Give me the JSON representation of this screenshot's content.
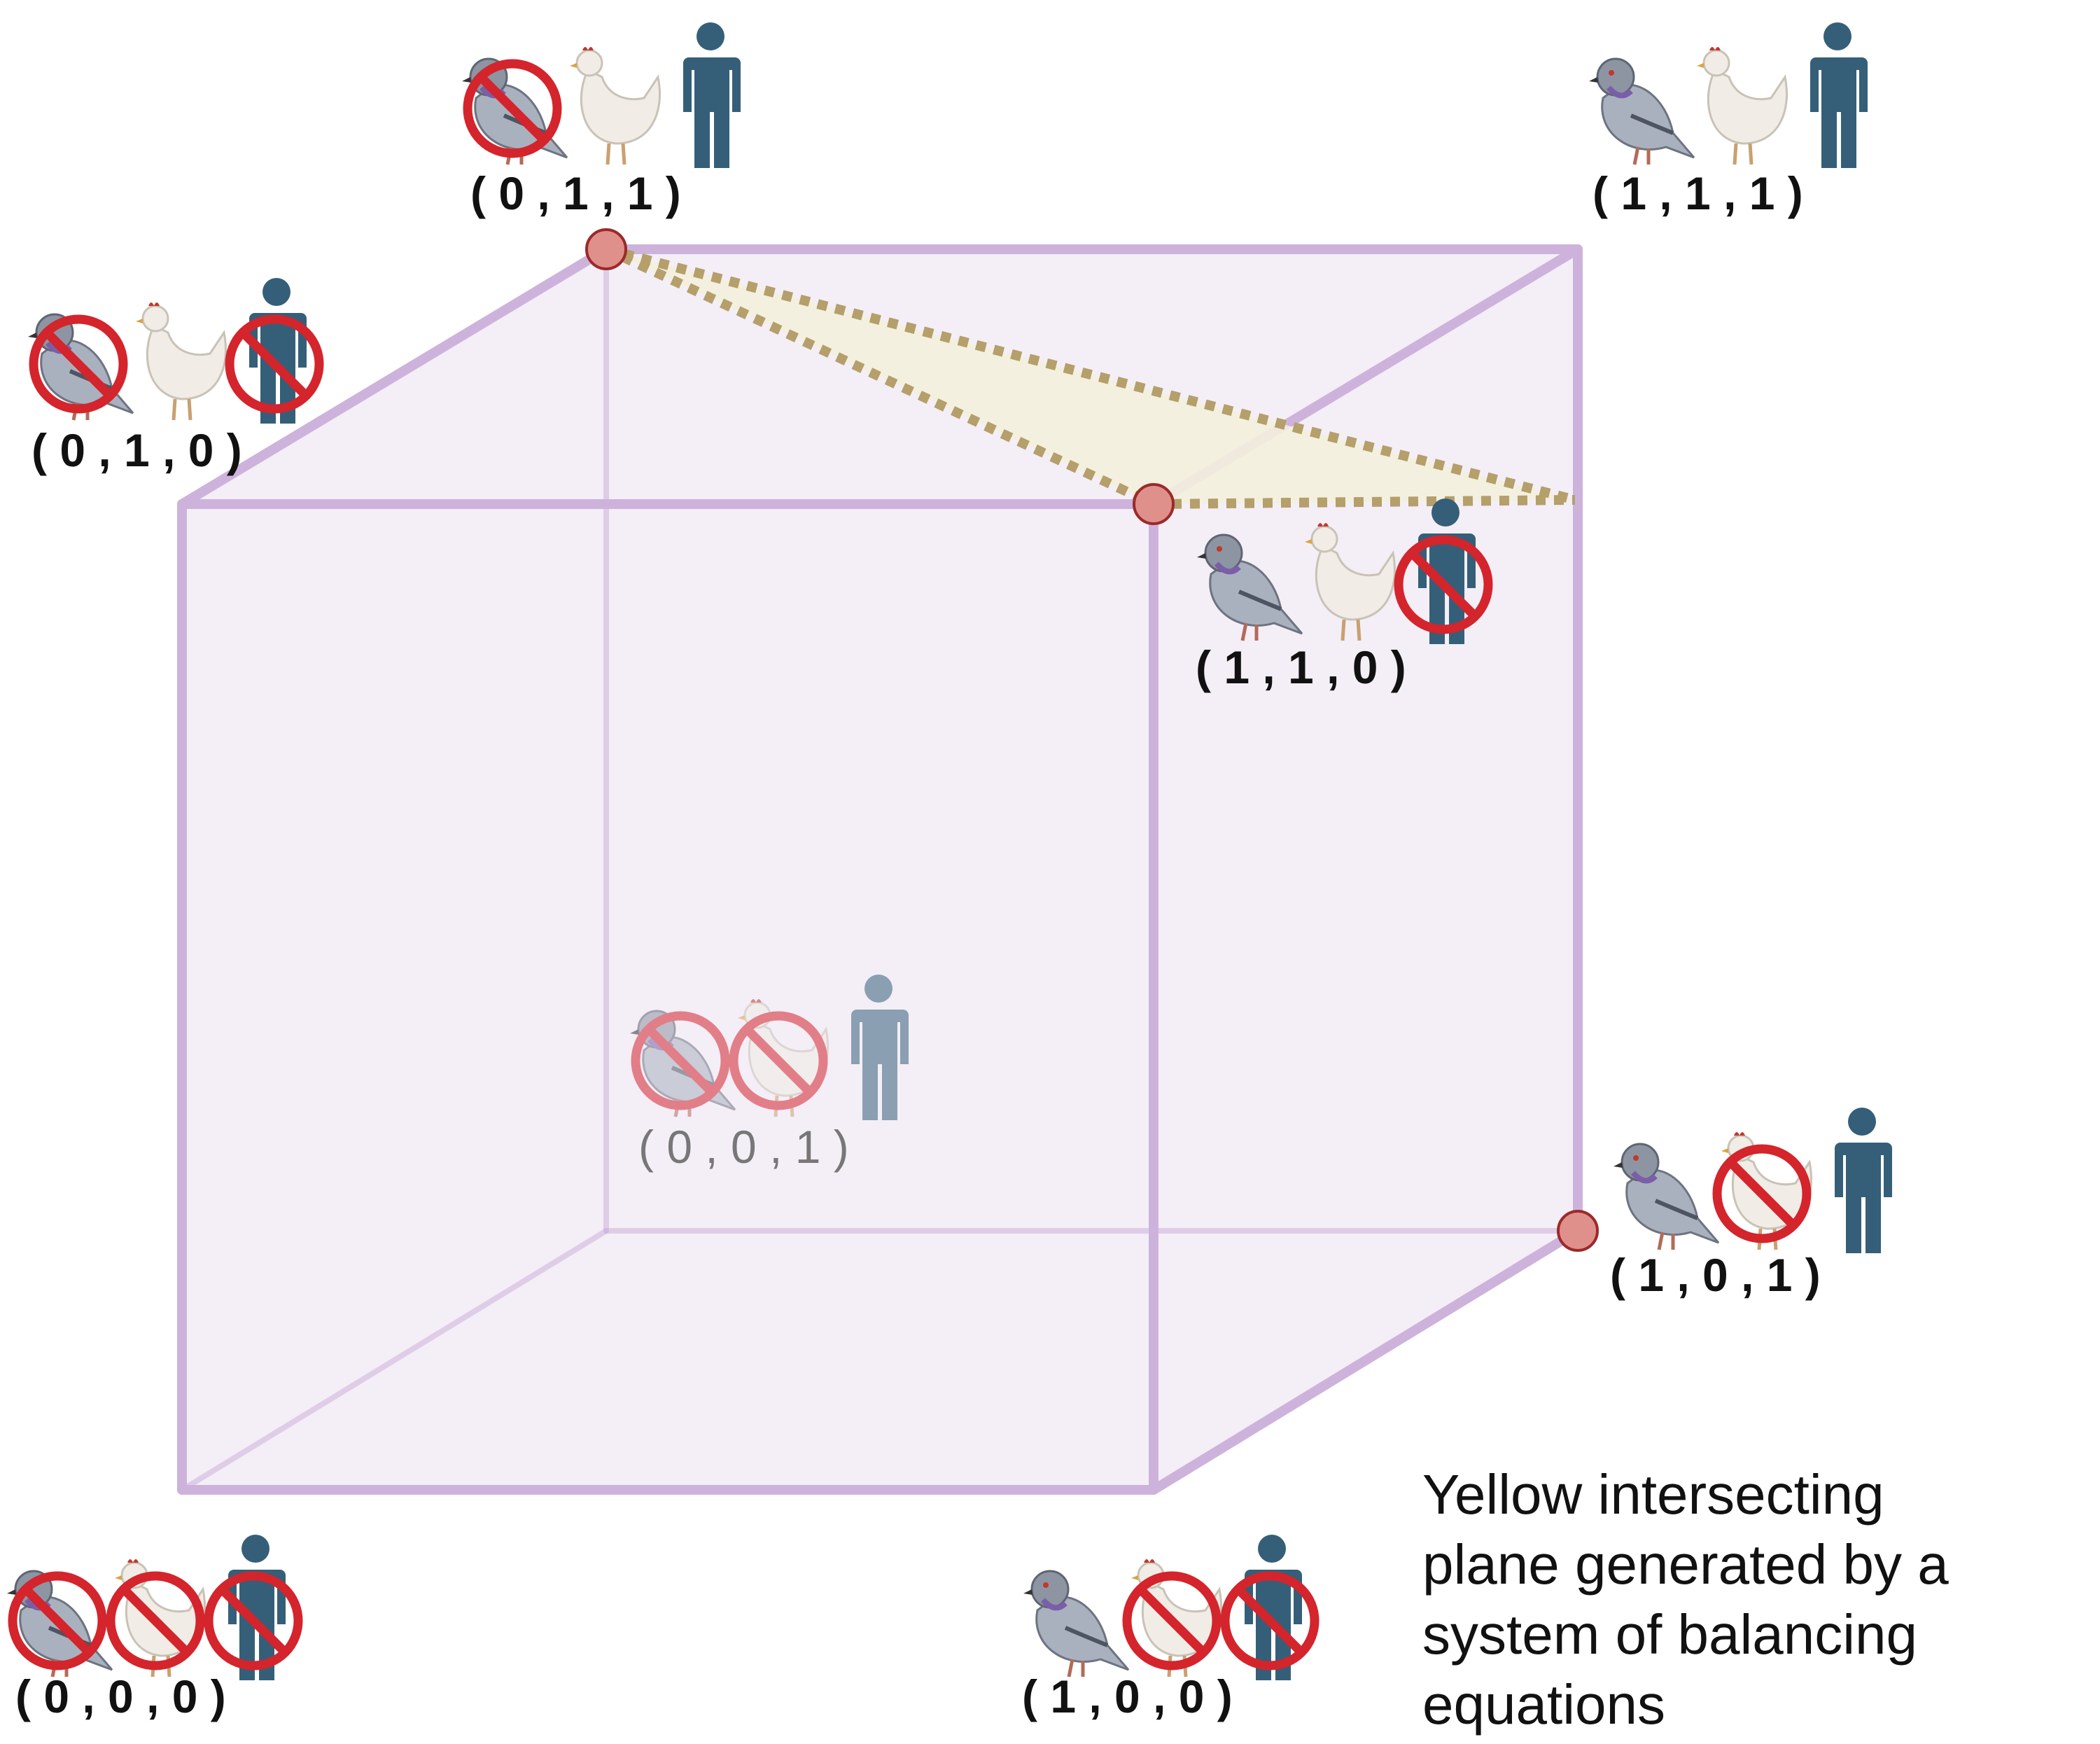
{
  "vertices": [
    {
      "id": "v000",
      "label": "( 0 , 0 , 0 )",
      "pigeon": false,
      "chicken": false,
      "human": false,
      "dimmed": false
    },
    {
      "id": "v100",
      "label": "( 1 , 0 , 0 )",
      "pigeon": true,
      "chicken": false,
      "human": false,
      "dimmed": false
    },
    {
      "id": "v010",
      "label": "( 0 , 1 , 0 )",
      "pigeon": false,
      "chicken": true,
      "human": false,
      "dimmed": false
    },
    {
      "id": "v110",
      "label": "( 1 , 1 , 0 )",
      "pigeon": true,
      "chicken": true,
      "human": false,
      "dimmed": false
    },
    {
      "id": "v001",
      "label": "( 0 , 0 , 1 )",
      "pigeon": false,
      "chicken": false,
      "human": true,
      "dimmed": true
    },
    {
      "id": "v101",
      "label": "( 1 , 0 , 1 )",
      "pigeon": true,
      "chicken": false,
      "human": true,
      "dimmed": false
    },
    {
      "id": "v011",
      "label": "( 0 , 1 , 1 )",
      "pigeon": false,
      "chicken": true,
      "human": true,
      "dimmed": false
    },
    {
      "id": "v111",
      "label": "( 1 , 1 , 1 )",
      "pigeon": true,
      "chicken": true,
      "human": true,
      "dimmed": false
    }
  ],
  "plane_points": [
    "v011",
    "v110",
    "v101"
  ],
  "caption": {
    "line1": "Yellow intersecting",
    "line2": "plane generated by a",
    "line3": "system of balancing",
    "line4": "equations"
  },
  "colors": {
    "cube_fill": "#efe7f4",
    "cube_edge": "#cdb3dc",
    "plane_fill": "#f3efdd",
    "plane_edge": "#b59f6a",
    "point_fill": "#e0908a",
    "point_stroke": "#9b2a2a",
    "ban": "#d4242c",
    "human": "#355f78",
    "pigeon": "#a9b1bf",
    "chicken": "#f1ede6"
  }
}
